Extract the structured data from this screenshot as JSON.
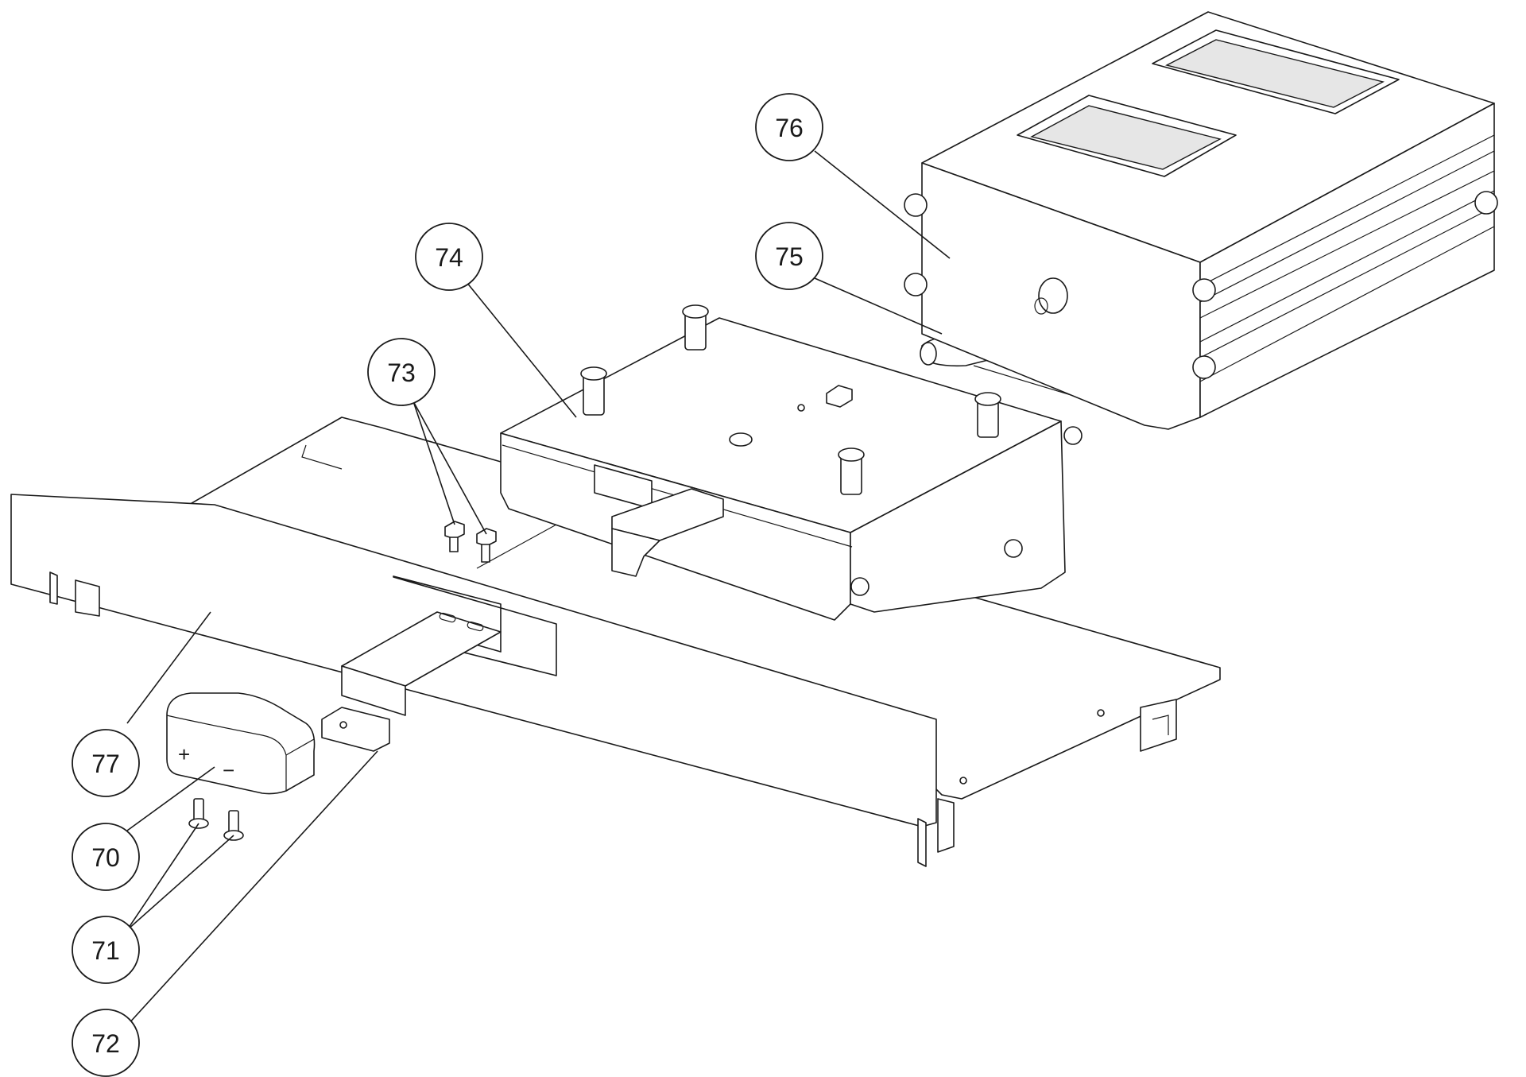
{
  "callouts": [
    {
      "id": "c70",
      "label": "70"
    },
    {
      "id": "c71",
      "label": "71"
    },
    {
      "id": "c72",
      "label": "72"
    },
    {
      "id": "c73",
      "label": "73"
    },
    {
      "id": "c74",
      "label": "74"
    },
    {
      "id": "c75",
      "label": "75"
    },
    {
      "id": "c76",
      "label": "76"
    },
    {
      "id": "c77",
      "label": "77"
    }
  ],
  "battery_marks": {
    "plus": "+",
    "minus": "−"
  },
  "colors": {
    "line": "#1a1a1a",
    "background": "#ffffff",
    "fill": "#ffffff"
  }
}
